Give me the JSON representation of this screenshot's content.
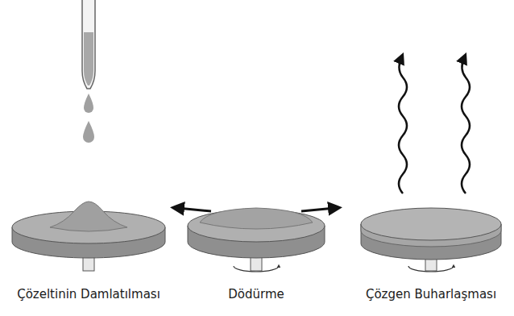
{
  "diagram": {
    "labels": [
      "Çözeltinin Damlatılması",
      "Dödürme",
      "Çözgen Buharlaşması"
    ]
  }
}
